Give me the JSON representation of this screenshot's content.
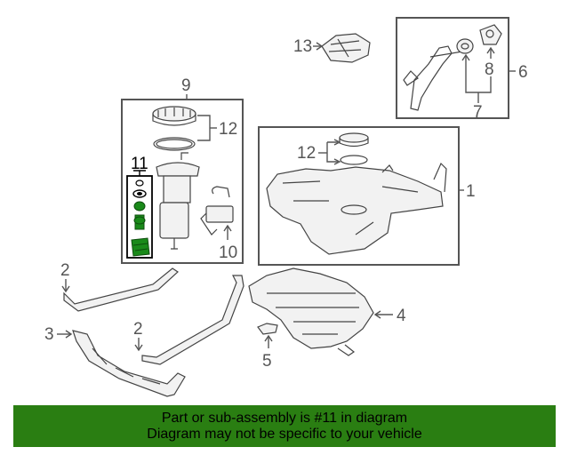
{
  "callouts": {
    "c1": "1",
    "c2a": "2",
    "c2b": "2",
    "c3": "3",
    "c4": "4",
    "c5": "5",
    "c6": "6",
    "c7": "7",
    "c8": "8",
    "c9": "9",
    "c10": "10",
    "c11": "11",
    "c12a": "12",
    "c12b": "12",
    "c13": "13"
  },
  "banner": {
    "line1": "Part or sub-assembly is #11 in diagram",
    "line2": "Diagram may not be specific to your vehicle"
  },
  "colors": {
    "banner_bg": "#2a7e12",
    "highlight": "#1a8a1a"
  }
}
